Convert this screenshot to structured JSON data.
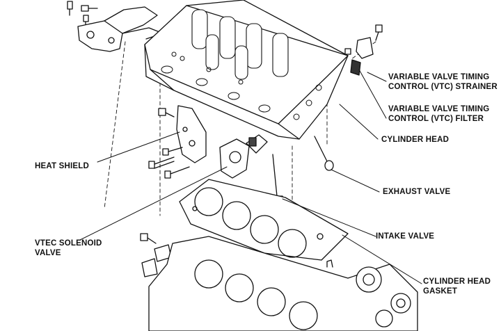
{
  "labels": {
    "vtc_strainer": [
      "VARIABLE VALVE TIMING",
      "CONTROL (VTC) STRAINER"
    ],
    "vtc_filter": [
      "VARIABLE VALVE TIMING",
      "CONTROL (VTC) FILTER"
    ],
    "cylinder_head": "CYLINDER HEAD",
    "heat_shield": "HEAT SHIELD",
    "exhaust_valve": "EXHAUST VALVE",
    "vtec_solenoid": [
      "VTEC SOLENOID",
      "VALVE"
    ],
    "intake_valve": "INTAKE VALVE",
    "head_gasket": [
      "CYLINDER HEAD",
      "GASKET"
    ]
  },
  "colors": {
    "ink": "#111111",
    "paper": "#ffffff"
  }
}
